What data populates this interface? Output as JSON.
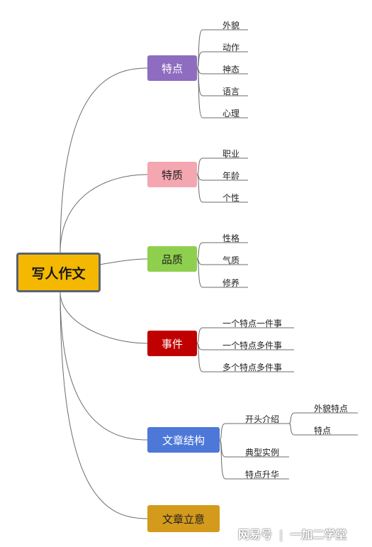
{
  "root": {
    "label": "写人作文",
    "color": "#f5b800",
    "border": "#5a6372"
  },
  "branches": [
    {
      "label": "特点",
      "color": "#8e6cc0",
      "text_color": "#ffffff",
      "leaves": [
        "外貌",
        "动作",
        "神态",
        "语言",
        "心理"
      ]
    },
    {
      "label": "特质",
      "color": "#f4a7b0",
      "text_color": "#222222",
      "leaves": [
        "职业",
        "年龄",
        "个性"
      ]
    },
    {
      "label": "品质",
      "color": "#8fcf4e",
      "text_color": "#222222",
      "leaves": [
        "性格",
        "气质",
        "修养"
      ]
    },
    {
      "label": "事件",
      "color": "#c00000",
      "text_color": "#ffffff",
      "leaves": [
        "一个特点一件事",
        "一个特点多件事",
        "多个特点多件事"
      ]
    },
    {
      "label": "文章结构",
      "color": "#4d78d8",
      "text_color": "#ffffff",
      "leaves": [
        "开头介绍",
        "典型实例",
        "特点升华"
      ],
      "sub_leaves": [
        "外貌特点",
        "特点"
      ]
    },
    {
      "label": "文章立意",
      "color": "#d49a1c",
      "text_color": "#222222",
      "leaves": []
    }
  ],
  "watermark": {
    "brand": "网易号",
    "separator": "|",
    "author": "一加二学堂"
  }
}
